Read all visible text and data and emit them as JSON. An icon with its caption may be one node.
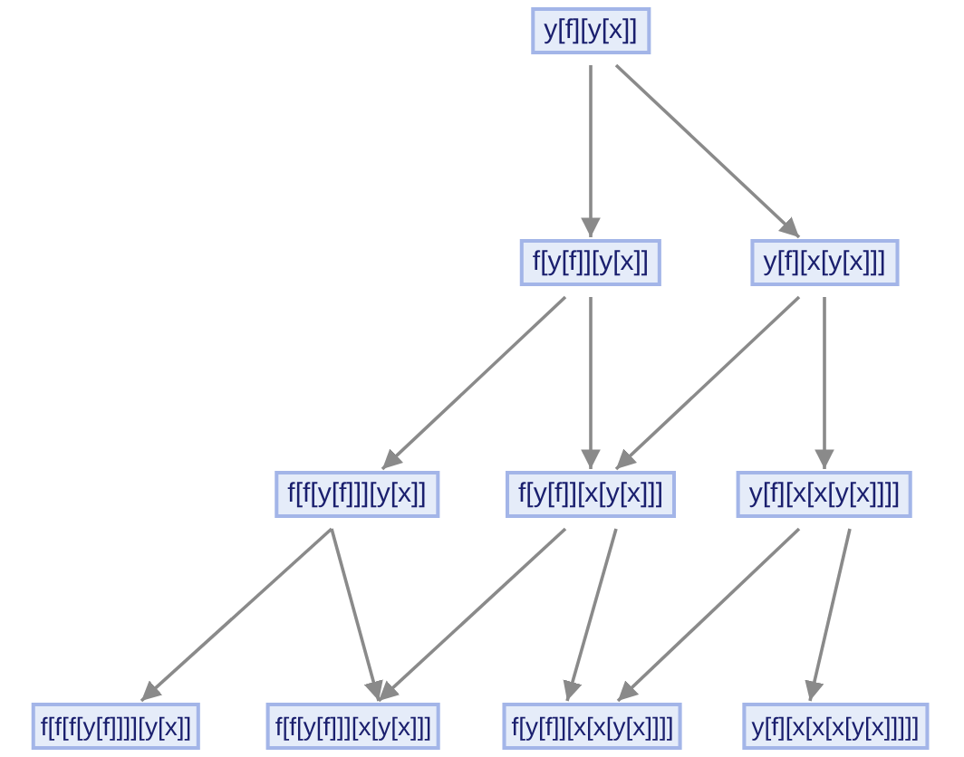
{
  "diagram": {
    "nodes": [
      {
        "text": [
          "y[f][y[x]]"
        ]
      },
      {
        "text": [
          "f[y[f]][y[x]]"
        ]
      },
      {
        "text": [
          "y[f][x[y[x]]]"
        ]
      },
      {
        "text": [
          "f[f[y[f]]][y[x]]"
        ]
      },
      {
        "text": [
          "f[y[f]][x[y[x]]]"
        ]
      },
      {
        "text": [
          "y[f][x[x[y[x]]]]"
        ]
      },
      {
        "text": [
          "f[f[f[y[f]]]][y[x]]"
        ]
      },
      {
        "text": [
          "f[f[y[f]]][x[y[x]]]"
        ]
      },
      {
        "text": [
          "f[y[f]][x[x[y[x]]]]"
        ]
      },
      {
        "text": [
          "y[f][x[x[x[y[x]]]]]"
        ]
      }
    ],
    "edges": [
      {
        "from": 0,
        "to": 1,
        "arrow": "to"
      },
      {
        "from": 0,
        "to": 2,
        "arrow": "to"
      },
      {
        "from": 1,
        "to": 3,
        "arrow": "to"
      },
      {
        "from": 1,
        "to": 4,
        "arrow": "to"
      },
      {
        "from": 2,
        "to": 4,
        "arrow": "to"
      },
      {
        "from": 2,
        "to": 5,
        "arrow": "to"
      },
      {
        "from": 3,
        "to": 6,
        "arrow": "to"
      },
      {
        "from": 3,
        "to": 7,
        "arrow": "to"
      },
      {
        "from": 4,
        "to": 7,
        "arrow": "to"
      },
      {
        "from": 4,
        "to": 8,
        "arrow": "to"
      },
      {
        "from": 5,
        "to": 8,
        "arrow": "to"
      },
      {
        "from": 5,
        "to": 9,
        "arrow": "to"
      }
    ]
  }
}
